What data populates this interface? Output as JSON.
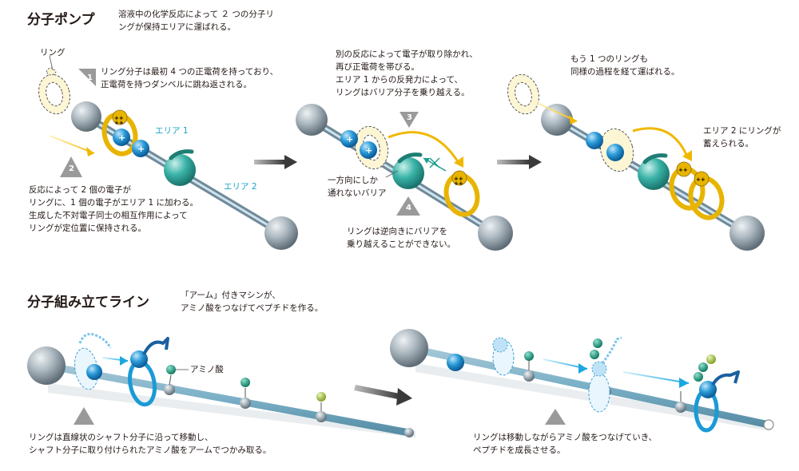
{
  "pump": {
    "title": "分子ポンプ",
    "subtitle": "溶液中の化学反応によって ２ つの分子リ\nングが保持エリアに運ばれる。",
    "ring_label": "リング",
    "step1": "リング分子は最初 4 つの正電荷を持っており、\n正電荷を持つダンベルに跳ね返される。",
    "step2": "反応によって 2 個の電子が\nリングに、1 個の電子がエリア 1 に加わる。\n生成した不対電子同士の相互作用によって\nリングが定位置に保持される。",
    "step3": "別の反応によって電子が取り除かれ、\n再び正電荷を帯びる。\nエリア 1 からの反発力によって、\nリングはバリア分子を乗り越える。",
    "step4": "リングは逆向きにバリアを\n乗り越えることができない。",
    "barrier_label": "一方向にしか\n通れないバリア",
    "step5": "もう 1 つのリングも\n同様の過程を経て運ばれる。",
    "step6": "エリア 2 にリングが\n蓄えられる。",
    "area1": "エリア 1",
    "area2": "エリア 2",
    "badges": [
      "1",
      "2",
      "3",
      "4"
    ]
  },
  "assembly": {
    "title": "分子組み立てライン",
    "subtitle": "「アーム」付きマシンが、\nアミノ酸をつなげてペプチドを作る。",
    "amino_label": "アミノ酸",
    "caption_left": "リングは直線状のシャフト分子に沿って移動し、\nシャフト分子に取り付けられたアミノ酸をアームでつかみ取る。",
    "caption_right": "リングは移動しながらアミノ酸をつなげていき、\nペプチドを成長させる。"
  },
  "colors": {
    "ring_yellow": "#e8b400",
    "ring_blue": "#1a9ad6",
    "ball_blue": "#1e8fd0",
    "barrier_teal": "#3ab3a8",
    "ball_gray": "#9aa7b0",
    "amino_green": "#16a085",
    "amino_lime": "#a8c83a",
    "arrow_yellow": "#f0b800",
    "arrow_cyan": "#1aa8e0"
  }
}
